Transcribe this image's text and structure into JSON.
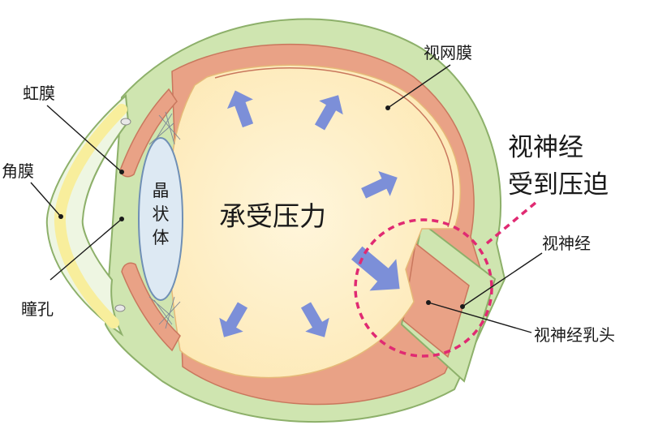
{
  "labels": {
    "iris": "虹膜",
    "cornea": "角膜",
    "pupil": "瞳孔",
    "lens": [
      "晶",
      "状",
      "体"
    ],
    "retina": "视网膜",
    "center": "承受压力",
    "compression": [
      "视神经",
      "受到压迫"
    ],
    "optic_nerve": "视神经",
    "optic_disc": "视神经乳头"
  },
  "colors": {
    "sclera": "#cfe5b0",
    "sclera_edge": "#8db06a",
    "choroid": "#e9a286",
    "choroid_edge": "#c9775d",
    "vitreous": "#fde9b6",
    "vitreous_center": "#fff6dc",
    "lens_fill": "#dde9f3",
    "lens_edge": "#6f8fb5",
    "cornea_fill": "#eef6e2",
    "cornea_strip": "#f8ee9c",
    "arrow": "#7c8fd8",
    "dashed_circle": "#e02a72",
    "leader": "#1a1a1a"
  }
}
